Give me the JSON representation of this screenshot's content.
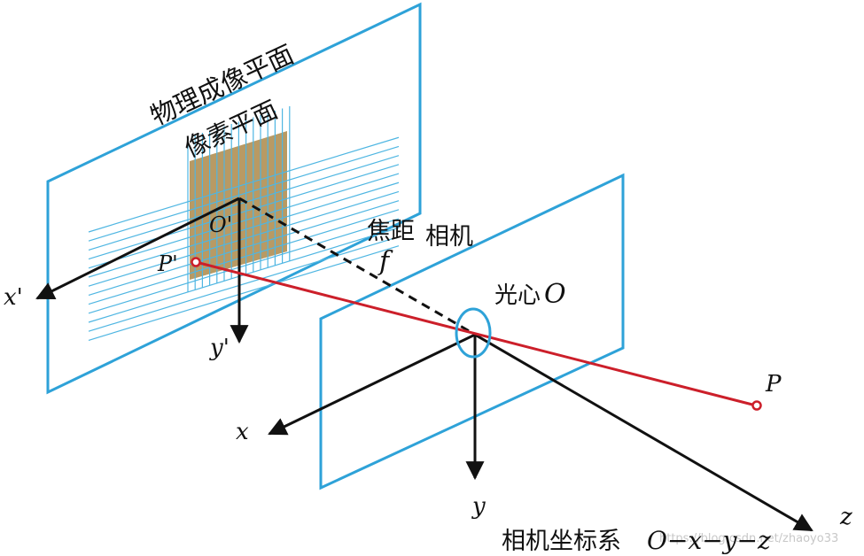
{
  "labels": {
    "physical_plane": "物理成像平面",
    "pixel_plane": "像素平面",
    "o_prime": "O'",
    "p_prime": "P'",
    "x_prime": "x'",
    "y_prime": "y'",
    "focal_text": "焦距",
    "focal_symbol": "f",
    "camera": "相机",
    "optical_center_text": "光心",
    "optical_center_symbol": "O",
    "x": "x",
    "y": "y",
    "z": "z",
    "point_p": "P",
    "coord_system": "相机坐标系",
    "coord_formula": "O−x−y−z",
    "watermark": "https://blog.csdn.net/zhaoyo33"
  },
  "colors": {
    "plane": "#2ea2d8",
    "grid": "#4fb6e2",
    "pixel_fill": "#b89a64",
    "ray": "#cc1f2a",
    "axis": "#111111"
  }
}
